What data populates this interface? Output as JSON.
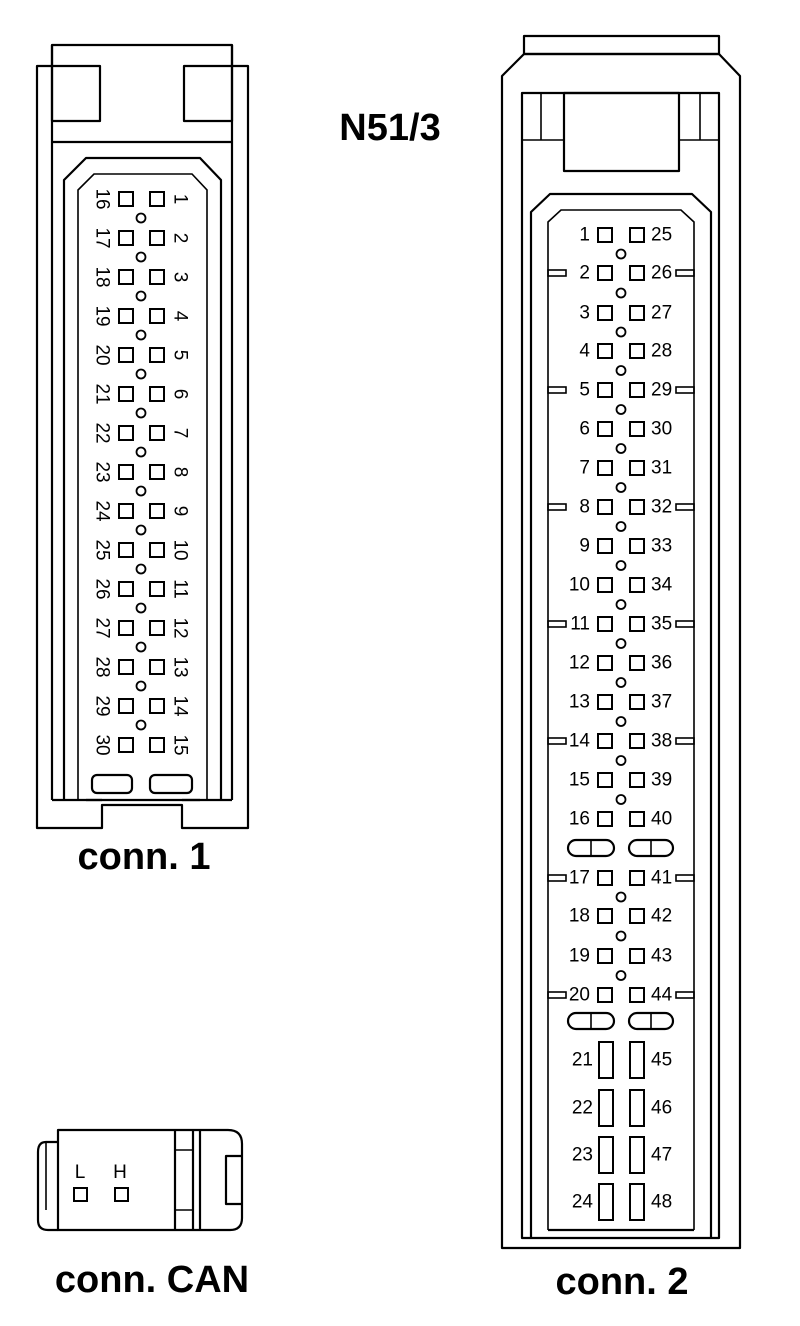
{
  "title": "N51/3",
  "conn1": {
    "label": "conn. 1",
    "left_pins": [
      "16",
      "17",
      "18",
      "19",
      "20",
      "21",
      "22",
      "23",
      "24",
      "25",
      "26",
      "27",
      "28",
      "29",
      "30"
    ],
    "right_pins": [
      "1",
      "2",
      "3",
      "4",
      "5",
      "6",
      "7",
      "8",
      "9",
      "10",
      "11",
      "12",
      "13",
      "14",
      "15"
    ]
  },
  "conn2": {
    "label": "conn. 2",
    "left_pins": [
      "1",
      "2",
      "3",
      "4",
      "5",
      "6",
      "7",
      "8",
      "9",
      "10",
      "11",
      "12",
      "13",
      "14",
      "15",
      "16",
      "17",
      "18",
      "19",
      "20"
    ],
    "right_pins": [
      "25",
      "26",
      "27",
      "28",
      "29",
      "30",
      "31",
      "32",
      "33",
      "34",
      "35",
      "36",
      "37",
      "38",
      "39",
      "40",
      "41",
      "42",
      "43",
      "44"
    ],
    "large_left_pins": [
      "21",
      "22",
      "23",
      "24"
    ],
    "large_right_pins": [
      "45",
      "46",
      "47",
      "48"
    ]
  },
  "can": {
    "label": "conn. CAN",
    "pins": [
      "L",
      "H"
    ]
  }
}
